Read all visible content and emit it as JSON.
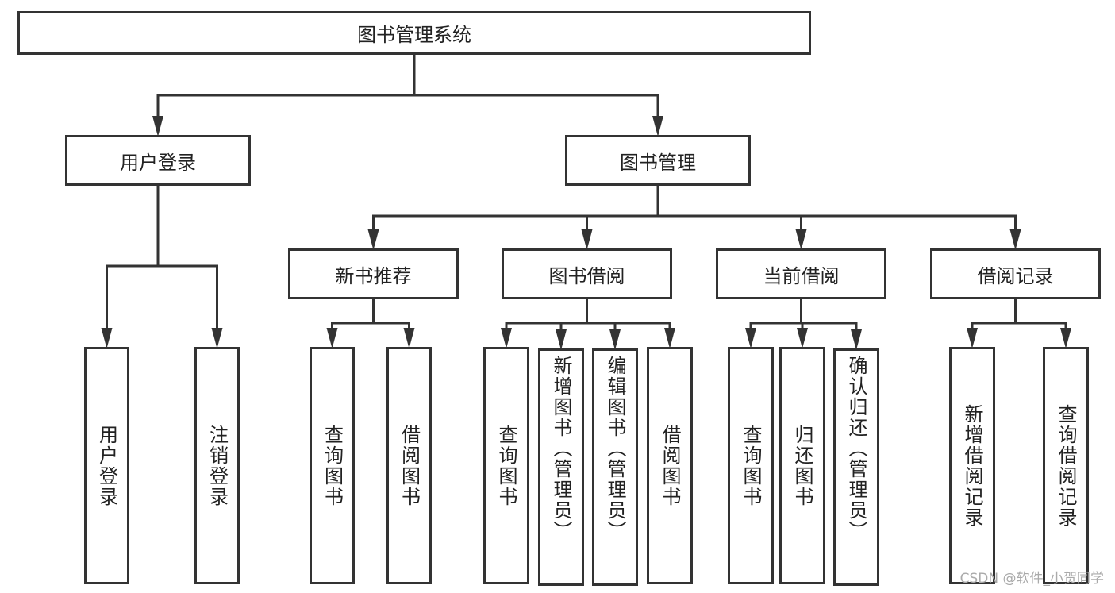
{
  "tree": {
    "id": "root",
    "label": "图书管理系统",
    "children": [
      {
        "id": "login",
        "label": "用户登录",
        "children": [
          {
            "id": "l1",
            "label": "用户登录"
          },
          {
            "id": "l2",
            "label": "注销登录"
          }
        ]
      },
      {
        "id": "mgmt",
        "label": "图书管理",
        "children": [
          {
            "id": "rec",
            "label": "新书推荐",
            "children": [
              {
                "id": "r1",
                "label": "查询图书"
              },
              {
                "id": "r2",
                "label": "借阅图书"
              }
            ]
          },
          {
            "id": "bor",
            "label": "图书借阅",
            "children": [
              {
                "id": "b1",
                "label": "查询图书"
              },
              {
                "id": "b2",
                "label": "新增图书（管理员）"
              },
              {
                "id": "b3",
                "label": "编辑图书（管理员）"
              },
              {
                "id": "b4",
                "label": "借阅图书"
              }
            ]
          },
          {
            "id": "cur",
            "label": "当前借阅",
            "children": [
              {
                "id": "c1",
                "label": "查询图书"
              },
              {
                "id": "c2",
                "label": "归还图书"
              },
              {
                "id": "c3",
                "label": "确认归还（管理员）"
              }
            ]
          },
          {
            "id": "his",
            "label": "借阅记录",
            "children": [
              {
                "id": "h1",
                "label": "新增借阅记录"
              },
              {
                "id": "h2",
                "label": "查询借阅记录"
              }
            ]
          }
        ]
      }
    ]
  },
  "colors": {
    "line": "#333333",
    "text": "#222222"
  },
  "watermark": "CSDN @软件_小贺同学"
}
